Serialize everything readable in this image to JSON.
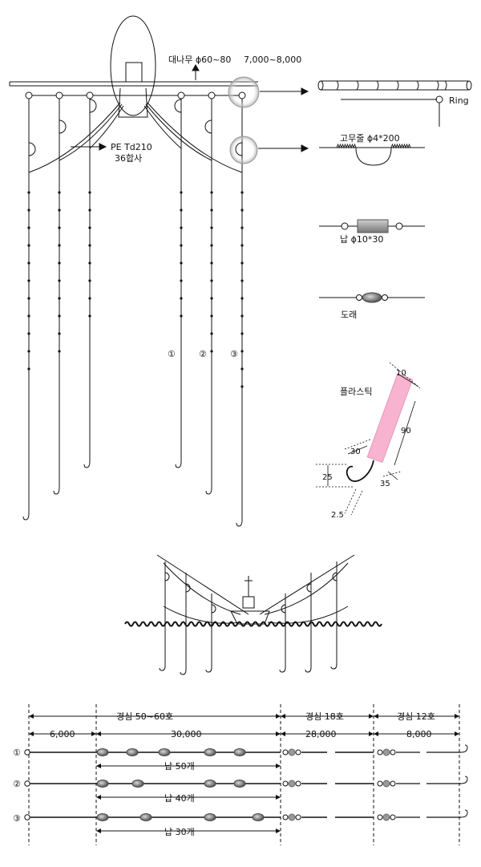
{
  "top_diagram": {
    "bamboo_label": "대나무 ϕ60~80",
    "bamboo_length": "7,000~8,000",
    "line_label_1": "PE Td210",
    "line_label_2": "36합사",
    "ring_label": "Ring",
    "rubber_label": "고무줄 ϕ4*200",
    "lead_label": "납 ϕ10*30",
    "swivel_label": "도래",
    "line_numbers": [
      "①",
      "②",
      "③"
    ]
  },
  "lure_detail": {
    "material_label": "플라스틱",
    "dim_width": "10",
    "dim_length": "90",
    "dim_hook_width": "30",
    "dim_hook_height": "25",
    "dim_offset": "35",
    "dim_wire": "2.5"
  },
  "bottom_diagram": {
    "sections": [
      {
        "label": "경심 50~60호"
      },
      {
        "label": "경심 18호"
      },
      {
        "label": "경심 12호"
      }
    ],
    "segment_lengths": [
      "6,000",
      "30,000",
      "28,000",
      "8,000"
    ],
    "rows": [
      {
        "id": "①",
        "lead_label": "납 50개"
      },
      {
        "id": "②",
        "lead_label": "납 40개"
      },
      {
        "id": "③",
        "lead_label": "납 30개"
      }
    ]
  }
}
